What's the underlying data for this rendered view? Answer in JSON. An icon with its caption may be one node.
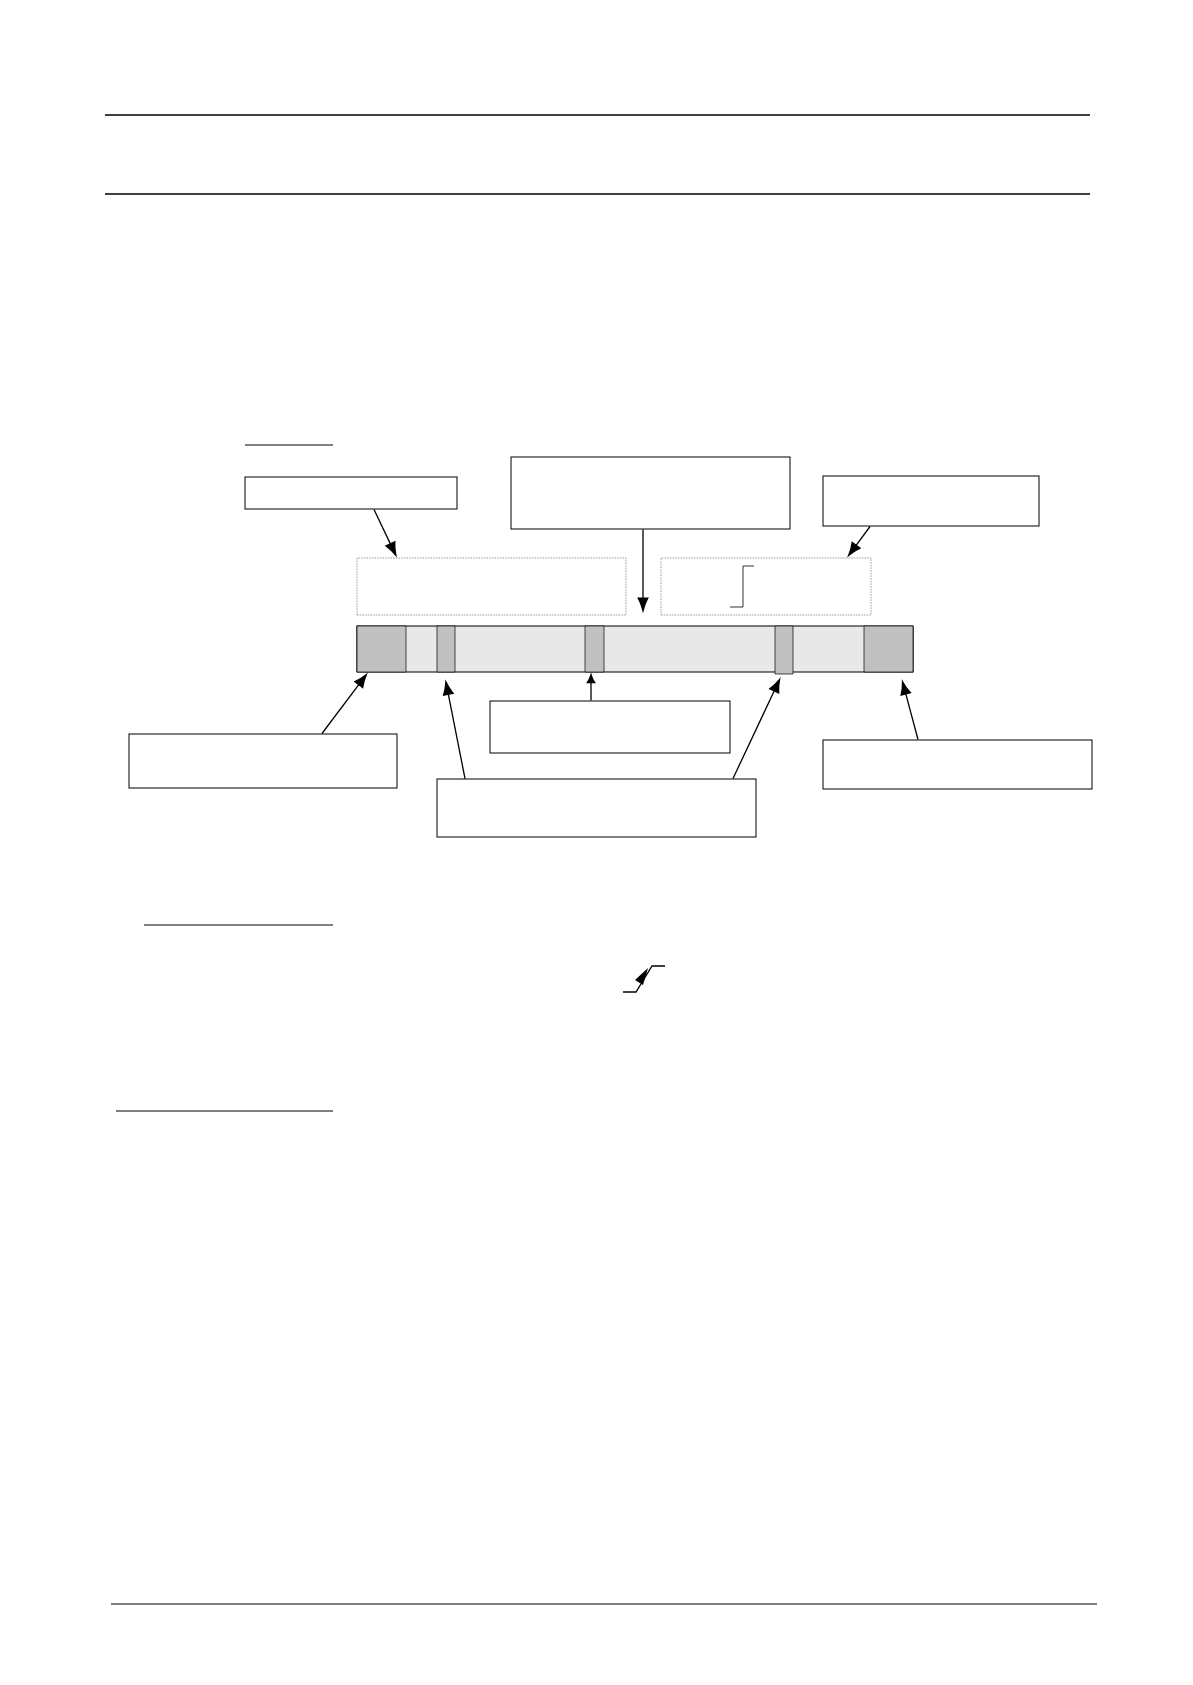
{
  "diagram": {
    "nodes": [
      {
        "text": [],
        "shape": "box"
      },
      {
        "text": [],
        "shape": "box"
      },
      {
        "text": [],
        "shape": "box"
      },
      {
        "text": [],
        "shape": "box"
      },
      {
        "text": [],
        "shape": "box"
      },
      {
        "text": [],
        "shape": "bar"
      },
      {
        "text": [],
        "shape": "box",
        "in": 5
      },
      {
        "text": [],
        "shape": "box",
        "in": 5
      },
      {
        "text": [],
        "shape": "box",
        "in": 5
      },
      {
        "text": [],
        "shape": "box",
        "in": 5
      },
      {
        "text": [],
        "shape": "box",
        "in": 5
      },
      {
        "text": [],
        "shape": "box"
      },
      {
        "text": [],
        "shape": "box"
      },
      {
        "text": [],
        "shape": "box"
      },
      {
        "text": [],
        "shape": "box"
      }
    ],
    "edges": [
      {
        "from": 0,
        "to": 3,
        "arrow": "to"
      },
      {
        "from": 1,
        "to": 5,
        "arrow": "to"
      },
      {
        "from": 2,
        "to": 4,
        "arrow": "to"
      },
      {
        "from": 11,
        "to": 6,
        "arrow": "to"
      },
      {
        "from": 12,
        "to": 8,
        "arrow": "to"
      },
      {
        "from": 13,
        "to": 7,
        "arrow": "to"
      },
      {
        "from": 13,
        "to": 9,
        "arrow": "to"
      },
      {
        "from": 14,
        "to": 10,
        "arrow": "to"
      }
    ]
  }
}
